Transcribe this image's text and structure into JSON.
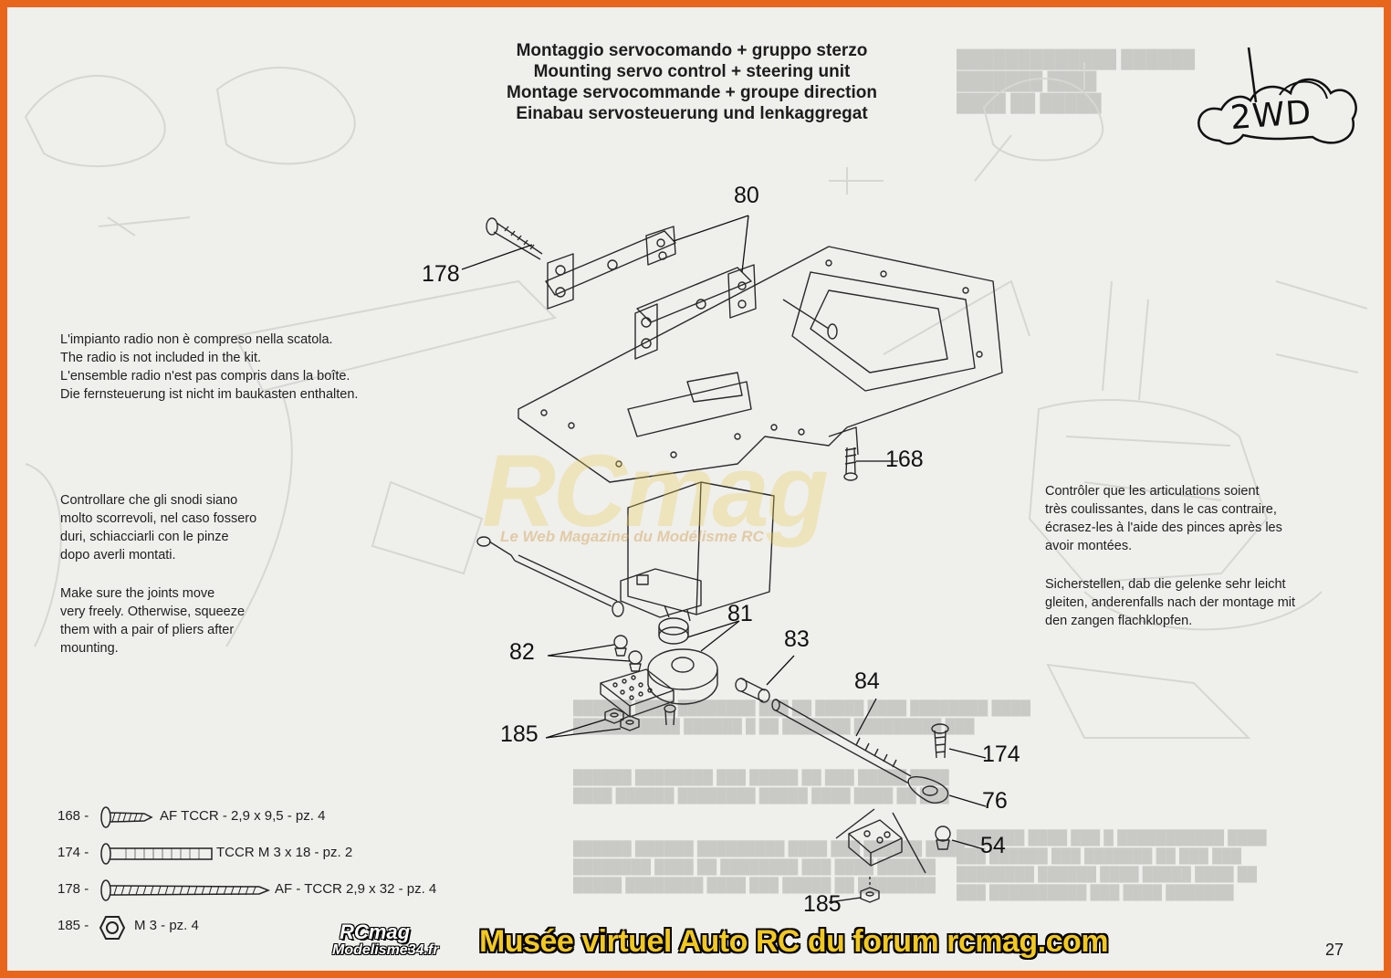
{
  "header": {
    "title_lines": [
      "Montaggio servocomando + gruppo sterzo",
      "Mounting servo control + steering unit",
      "Montage servocommande + groupe direction",
      "Einabau servosteuerung und lenkaggregat"
    ]
  },
  "stamp": {
    "label": "2WD"
  },
  "notes": {
    "radio": [
      "L'impianto radio non è compreso nella scatola.",
      "The radio is not included in the kit.",
      "L'ensemble radio n'est pas compris dans la boîte.",
      "Die fernsteuerung ist nicht im baukasten enthalten."
    ],
    "joints_it": [
      "Controllare che gli snodi siano",
      "molto scorrevoli, nel caso fossero",
      "duri, schiacciarli con le pinze",
      "dopo averli montati."
    ],
    "joints_en": [
      "Make sure the joints move",
      "very freely. Otherwise, squeeze",
      "them with a pair of pliers after",
      "mounting."
    ],
    "joints_fr": [
      "Contrôler que les articulations soient",
      "très coulissantes, dans le cas contraire,",
      "écrasez-les à l'aide des pinces après les",
      "avoir montées."
    ],
    "joints_de": [
      "Sicherstellen, dab die gelenke sehr leicht",
      "gleiten, anderenfalls nach der montage mit",
      "den zangen flachklopfen."
    ]
  },
  "callouts": {
    "c80": "80",
    "c178": "178",
    "c168": "168",
    "c81": "81",
    "c82": "82",
    "c83": "83",
    "c84": "84",
    "c185a": "185",
    "c174": "174",
    "c76": "76",
    "c54": "54",
    "c185b": "185"
  },
  "legend": [
    {
      "num": "168 -",
      "desc": "AF TCCR - 2,9 x 9,5 - pz. 4"
    },
    {
      "num": "174 -",
      "desc": "TCCR M 3 x 18 - pz. 2"
    },
    {
      "num": "178 -",
      "desc": "AF - TCCR 2,9 x 32 - pz. 4"
    },
    {
      "num": "185 -",
      "desc": "M 3 - pz. 4"
    }
  ],
  "watermark": {
    "brand": "RCmag",
    "tagline": "Le Web Magazine du Modélisme RC"
  },
  "footer": {
    "logo_line1": "RCmag",
    "logo_line2": "Modelisme34.fr",
    "banner": "Musée virtuel Auto RC du forum rcmag.com",
    "page_number": "27"
  }
}
